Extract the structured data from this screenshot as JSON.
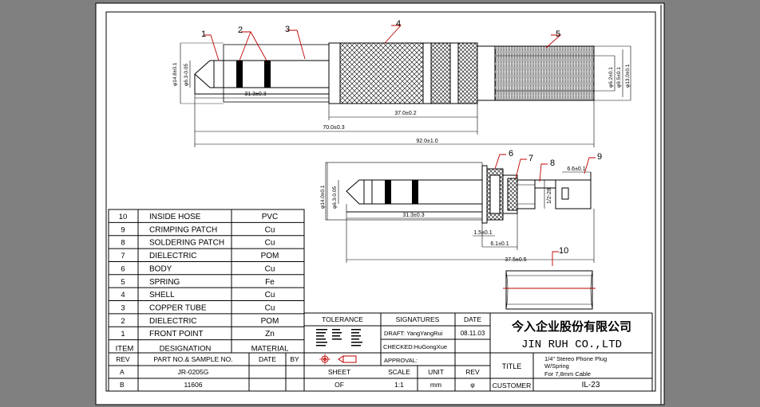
{
  "callouts": [
    "1",
    "2",
    "3",
    "4",
    "5",
    "6",
    "7",
    "8",
    "9",
    "10"
  ],
  "dimensions": {
    "top_d1": "φ14.8±0.1",
    "top_d2": "φ6.3-0.05",
    "top_len1": "31.3±0.3",
    "top_len2": "37.0±0.2",
    "top_len3": "70.0±0.3",
    "top_len4": "92.0±1.0",
    "top_r1": "φ6.2±0.1",
    "top_r2": "φ9.5±0.1",
    "top_r3": "φ13.0±0.1",
    "mid_d1": "φ14.0±0.1",
    "mid_d2": "φ6.3-0.05",
    "mid_len1": "31.3±0.3",
    "mid_s1": "1.5±0.1",
    "mid_s2": "6.1±0.1",
    "mid_len2": "37.5±0.5",
    "mid_thread": "1/2-28",
    "mid_right": "6.6±0.1"
  },
  "parts_table": {
    "rows": [
      {
        "item": "10",
        "designation": "INSIDE HOSE",
        "material": "PVC"
      },
      {
        "item": "9",
        "designation": "CRIMPING PATCH",
        "material": "Cu"
      },
      {
        "item": "8",
        "designation": "SOLDERING PATCH",
        "material": "Cu"
      },
      {
        "item": "7",
        "designation": "DIELECTRIC",
        "material": "POM"
      },
      {
        "item": "6",
        "designation": "BODY",
        "material": "Cu"
      },
      {
        "item": "5",
        "designation": "SPRING",
        "material": "Fe"
      },
      {
        "item": "4",
        "designation": "SHELL",
        "material": "Cu"
      },
      {
        "item": "3",
        "designation": "COPPER TUBE",
        "material": "Cu"
      },
      {
        "item": "2",
        "designation": "DIELECTRIC",
        "material": "POM"
      },
      {
        "item": "1",
        "designation": "FRONT POINT",
        "material": "Zn"
      }
    ],
    "header": {
      "item": "ITEM",
      "designation": "DESIGNATION",
      "material": "MATERIAL"
    }
  },
  "revision": {
    "rev": "REV",
    "part_no": "PART NO.& SAMPLE NO.",
    "date": "DATE",
    "by": "BY",
    "row_a_rev": "A",
    "row_a_part": "JR-0205G",
    "row_b_rev": "B",
    "row_b_part": "11606"
  },
  "tolerance": {
    "label": "TOLERANCE"
  },
  "signatures": {
    "label": "SIGNATURES",
    "date_label": "DATE",
    "draft": "DRAFT: YangYangRui",
    "draft_date": "08.11.03",
    "checked": "CHECKED:HuGongXue",
    "approval": "APPROVAL:"
  },
  "sheet": {
    "label": "SHEET",
    "value": "OF"
  },
  "scale": {
    "label": "SCALE",
    "value": "1:1"
  },
  "unit": {
    "label": "UNIT",
    "value": "mm"
  },
  "rev_cell": {
    "label": "REV",
    "value": "φ"
  },
  "company": {
    "cn": "今入企业股份有限公司",
    "en": "JIN  RUH  CO.,LTD"
  },
  "title": {
    "label": "TITLE",
    "line1": "1/4\" Stereo Phone Plug",
    "line2": "W/Spring",
    "line3": "For 7,8mm Cable"
  },
  "customer": {
    "label": "CUSTOMER",
    "value": "IL-23"
  }
}
